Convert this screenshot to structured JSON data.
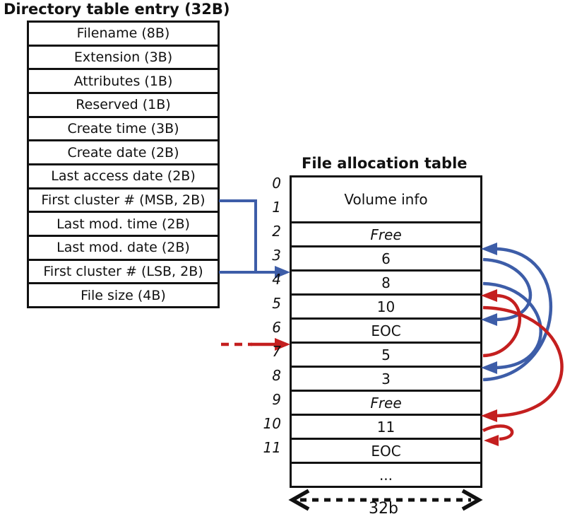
{
  "directory_table": {
    "title": "Directory table entry (32B)",
    "rows": [
      "Filename (8B)",
      "Extension (3B)",
      "Attributes (1B)",
      "Reserved (1B)",
      "Create time (3B)",
      "Create date (2B)",
      "Last access date (2B)",
      "First cluster # (MSB, 2B)",
      "Last mod. time (2B)",
      "Last mod. date (2B)",
      "First cluster # (LSB, 2B)",
      "File size (4B)"
    ]
  },
  "fat_table": {
    "title": "File allocation table",
    "volume_cell": "Volume info",
    "indices": [
      "0",
      "1",
      "2",
      "3",
      "4",
      "5",
      "6",
      "7",
      "8",
      "9",
      "10",
      "11"
    ],
    "rows": [
      {
        "index": "2",
        "value": "Free",
        "italic": true
      },
      {
        "index": "3",
        "value": "6",
        "italic": false
      },
      {
        "index": "4",
        "value": "8",
        "italic": false
      },
      {
        "index": "5",
        "value": "10",
        "italic": false
      },
      {
        "index": "6",
        "value": "EOC",
        "italic": false
      },
      {
        "index": "7",
        "value": "5",
        "italic": false
      },
      {
        "index": "8",
        "value": "3",
        "italic": false
      },
      {
        "index": "9",
        "value": "Free",
        "italic": true
      },
      {
        "index": "10",
        "value": "11",
        "italic": false
      },
      {
        "index": "11",
        "value": "EOC",
        "italic": false
      },
      {
        "index": null,
        "value": "...",
        "italic": false
      }
    ],
    "width_label": "32b"
  },
  "chains": [
    {
      "name": "blue-chain",
      "color_key": "chain_blue",
      "links": [
        {
          "from": "directory-first-cluster",
          "to": "4"
        },
        {
          "from": "4",
          "to": "8"
        },
        {
          "from": "8",
          "to": "3"
        },
        {
          "from": "3",
          "to": "6"
        }
      ]
    },
    {
      "name": "red-chain",
      "color_key": "chain_red",
      "links": [
        {
          "from": "off-diagram",
          "to": "7"
        },
        {
          "from": "7",
          "to": "5"
        },
        {
          "from": "5",
          "to": "10"
        },
        {
          "from": "10",
          "to": "11"
        }
      ]
    }
  ],
  "colors": {
    "chain_blue": "#3d5da8",
    "chain_red": "#c41f1f",
    "line": "#111111"
  }
}
